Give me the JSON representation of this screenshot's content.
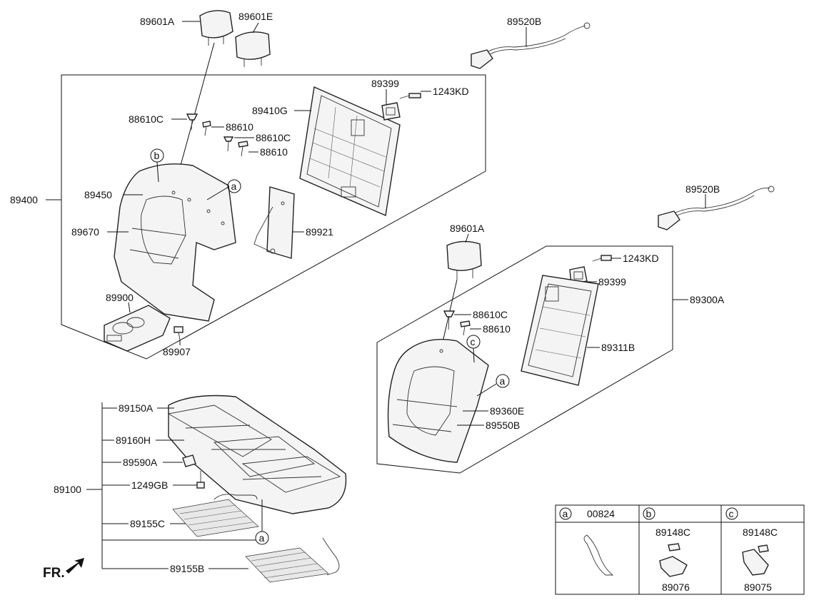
{
  "labels": {
    "l89601A_top": "89601A",
    "l89601E": "89601E",
    "l89520B_top": "89520B",
    "l89399_top": "89399",
    "l1243KD_top": "1243KD",
    "l89410G": "89410G",
    "l88610C_1": "88610C",
    "l88610_1": "88610",
    "l88610C_2": "88610C",
    "l88610_2": "88610",
    "l89400": "89400",
    "l89450": "89450",
    "l89670": "89670",
    "l89921": "89921",
    "l89900": "89900",
    "l89907": "89907",
    "l89520B_right": "89520B",
    "l89601A_right": "89601A",
    "l1243KD_right": "1243KD",
    "l89399_right": "89399",
    "l89300A": "89300A",
    "l88610C_right": "88610C",
    "l88610_right": "88610",
    "l89311B": "89311B",
    "l89360E": "89360E",
    "l89550B": "89550B",
    "l89150A": "89150A",
    "l89160H": "89160H",
    "l89590A": "89590A",
    "l89100": "89100",
    "l1249GB": "1249GB",
    "l89155C": "89155C",
    "l89155B": "89155B",
    "fr": "FR."
  },
  "callouts": {
    "a1": "a",
    "a2": "a",
    "a3": "a",
    "b1": "b",
    "c1": "c"
  },
  "legend": {
    "a_letter": "a",
    "a_part": "00824",
    "b_letter": "b",
    "b_top": "89148C",
    "b_bottom": "89076",
    "c_letter": "c",
    "c_top": "89148C",
    "c_bottom": "89075"
  }
}
